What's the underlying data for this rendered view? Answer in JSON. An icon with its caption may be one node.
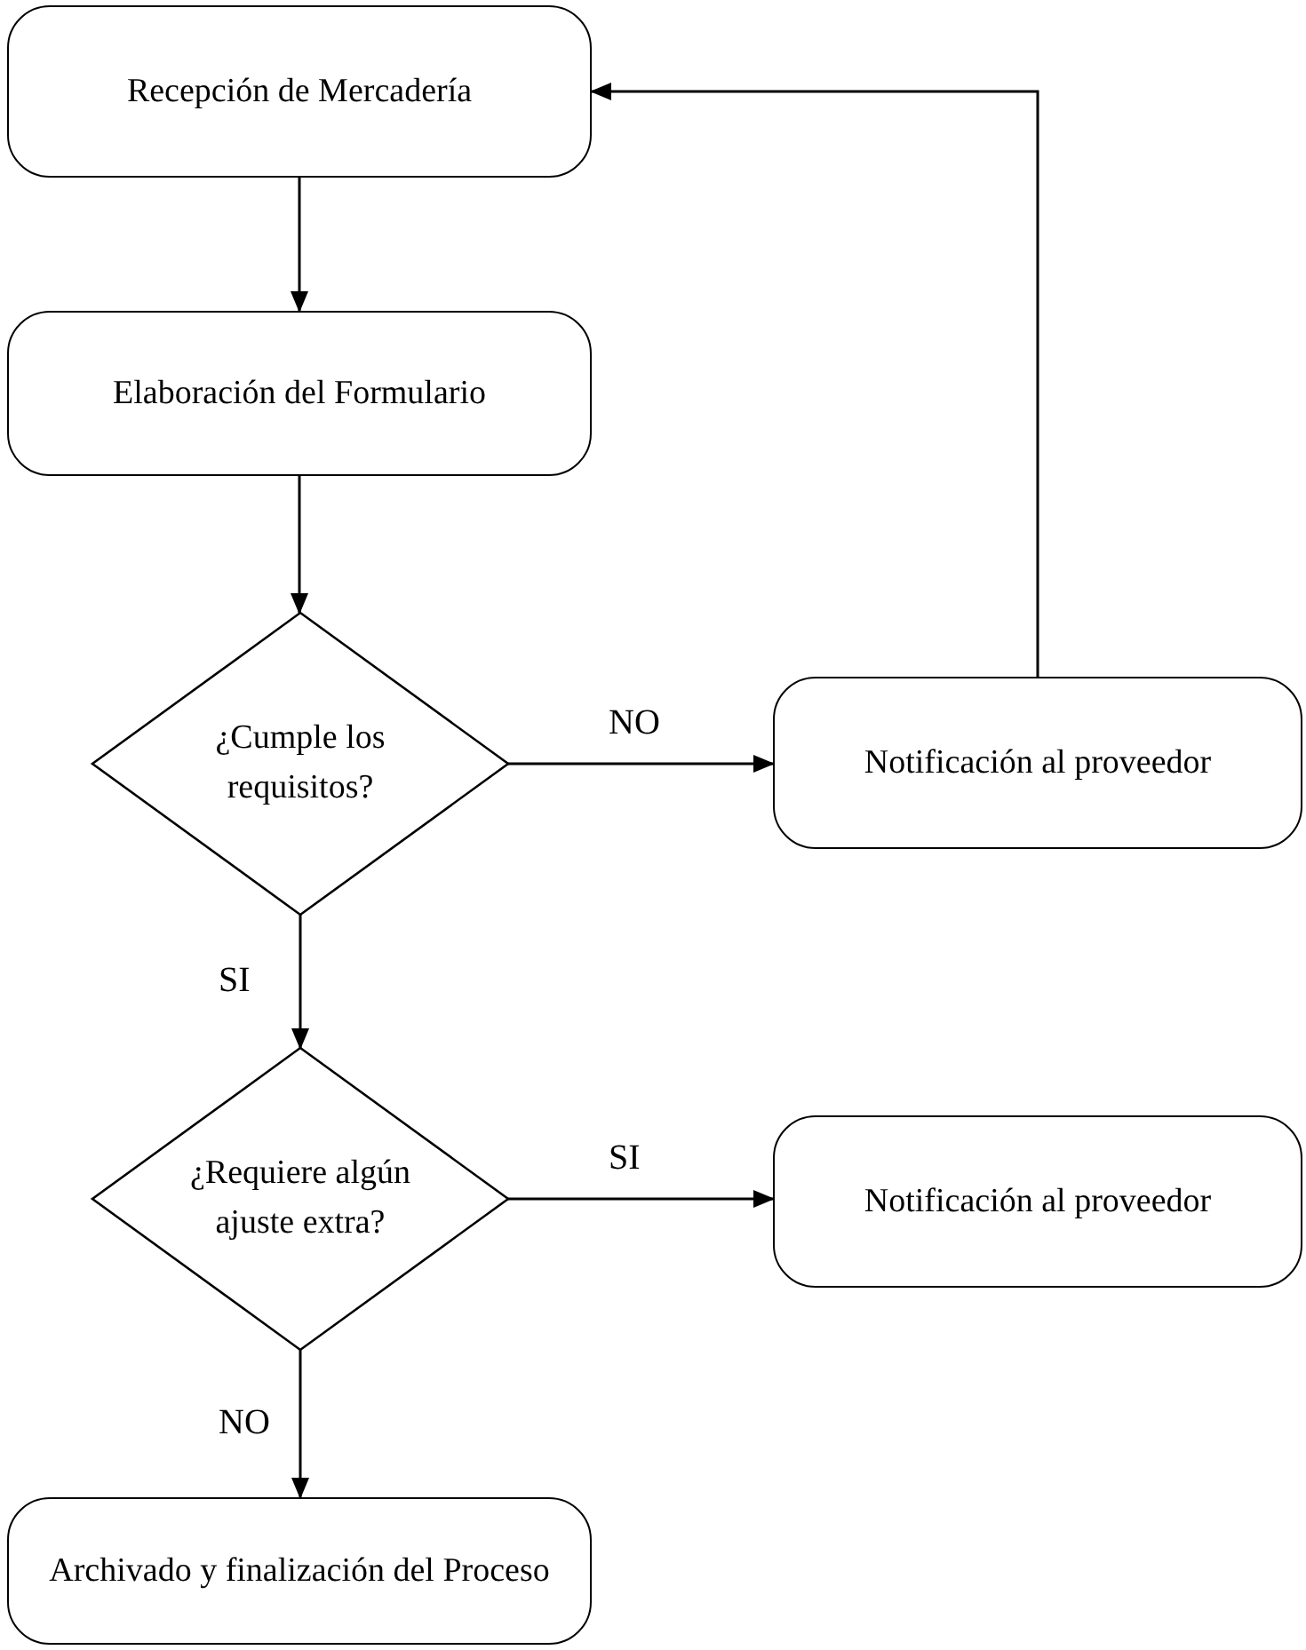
{
  "diagram": {
    "nodes": [
      {
        "text": [
          "Recepción de Mercadería"
        ]
      },
      {
        "text": [
          "Elaboración del Formulario"
        ]
      },
      {
        "text": [
          "¿Cumple los requisitos?"
        ]
      },
      {
        "text": [
          "Notificación al proveedor"
        ]
      },
      {
        "text": [
          "¿Requiere algún ajuste extra?"
        ]
      },
      {
        "text": [
          "Notificación al proveedor"
        ]
      },
      {
        "text": [
          "Archivado y finalización del Proceso"
        ]
      }
    ],
    "edges": [
      {
        "from": 0,
        "to": 1,
        "arrow": "to"
      },
      {
        "from": 1,
        "to": 2,
        "arrow": "to"
      },
      {
        "from": 2,
        "to": 3,
        "arrow": "to",
        "label": "NO"
      },
      {
        "from": 3,
        "to": 0,
        "arrow": "to"
      },
      {
        "from": 2,
        "to": 4,
        "arrow": "to",
        "label": "SI"
      },
      {
        "from": 4,
        "to": 5,
        "arrow": "to",
        "label": "SI"
      },
      {
        "from": 4,
        "to": 6,
        "arrow": "to",
        "label": "NO"
      }
    ]
  }
}
